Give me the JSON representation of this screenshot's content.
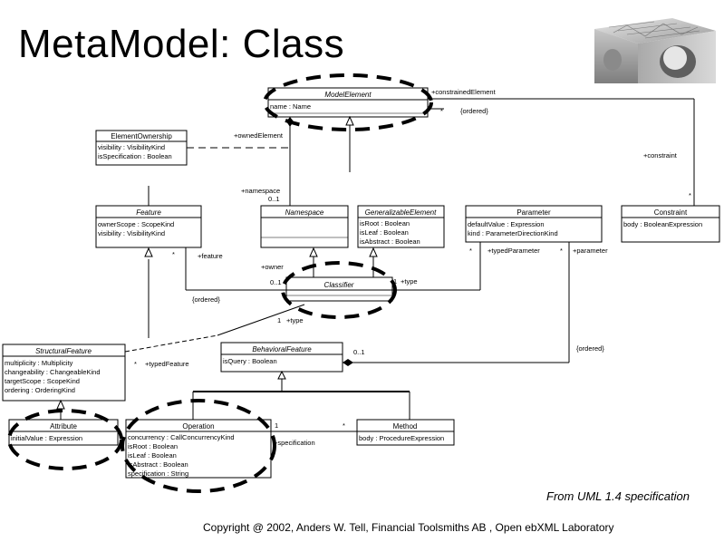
{
  "slide": {
    "title": "MetaModel: Class",
    "source": "From UML 1.4 specification",
    "copyright": "Copyright @ 2002, Anders W. Tell, Financial Toolsmiths AB , Open ebXML Laboratory"
  },
  "classes": {
    "model_element": {
      "name": "ModelElement",
      "attrs": [
        "name : Name"
      ]
    },
    "element_ownership": {
      "name": "ElementOwnership",
      "attrs": [
        "visibility : VisibilityKind",
        "isSpecification : Boolean"
      ]
    },
    "feature": {
      "name": "Feature",
      "attrs": [
        "ownerScope : ScopeKind",
        "visibility : VisibilityKind"
      ]
    },
    "namespace": {
      "name": "Namespace",
      "attrs": []
    },
    "generalizable_element": {
      "name": "GeneralizableElement",
      "attrs": [
        "isRoot : Boolean",
        "isLeaf : Boolean",
        "isAbstract : Boolean"
      ]
    },
    "parameter": {
      "name": "Parameter",
      "attrs": [
        "defaultValue : Expression",
        "kind : ParameterDirectionKind"
      ]
    },
    "constraint": {
      "name": "Constraint",
      "attrs": [
        "body : BooleanExpression"
      ]
    },
    "classifier": {
      "name": "Classifier",
      "attrs": []
    },
    "structural_feature": {
      "name": "StructuralFeature",
      "attrs": [
        "multiplicity : Multiplicity",
        "changeability : ChangeableKind",
        "targetScope : ScopeKind",
        "ordering : OrderingKind"
      ]
    },
    "behavioral_feature": {
      "name": "BehavioralFeature",
      "attrs": [
        "isQuery : Boolean"
      ]
    },
    "attribute": {
      "name": "Attribute",
      "attrs": [
        "initialValue : Expression"
      ]
    },
    "operation": {
      "name": "Operation",
      "attrs": [
        "concurrency : CallConcurrencyKind",
        "isRoot : Boolean",
        "isLeaf : Boolean",
        "isAbstract : Boolean",
        "specification : String"
      ]
    },
    "method": {
      "name": "Method",
      "attrs": [
        "body : ProcedureExpression"
      ]
    }
  },
  "labels": {
    "constrained_element": "+constrainedElement",
    "star_me": "*",
    "ordered_me": "{ordered}",
    "owned_element": "+ownedElement",
    "constraint_role": "+constraint",
    "star_constraint": "*",
    "namespace_role": "+namespace",
    "mult_01_ns": "0..1",
    "star_feature": "*",
    "feature_role": "+feature",
    "owner_role": "+owner",
    "mult_01_owner": "0..1",
    "ordered_owner": "{ordered}",
    "mult_1_type": "1",
    "type_role": "+type",
    "star_typed_param": "*",
    "typed_parameter": "+typedParameter",
    "star_param": "*",
    "parameter_role": "+parameter",
    "mult_1_type2": "1",
    "type_role2": "+type",
    "star_typed_feature": "*",
    "typed_feature": "+typedFeature",
    "mult_01_bf": "0..1",
    "ordered_param": "{ordered}",
    "mult_1_spec": "1",
    "star_method": "*",
    "specification_role": "+specification"
  },
  "colors": {
    "line": "#000000",
    "highlight": "#000000"
  }
}
